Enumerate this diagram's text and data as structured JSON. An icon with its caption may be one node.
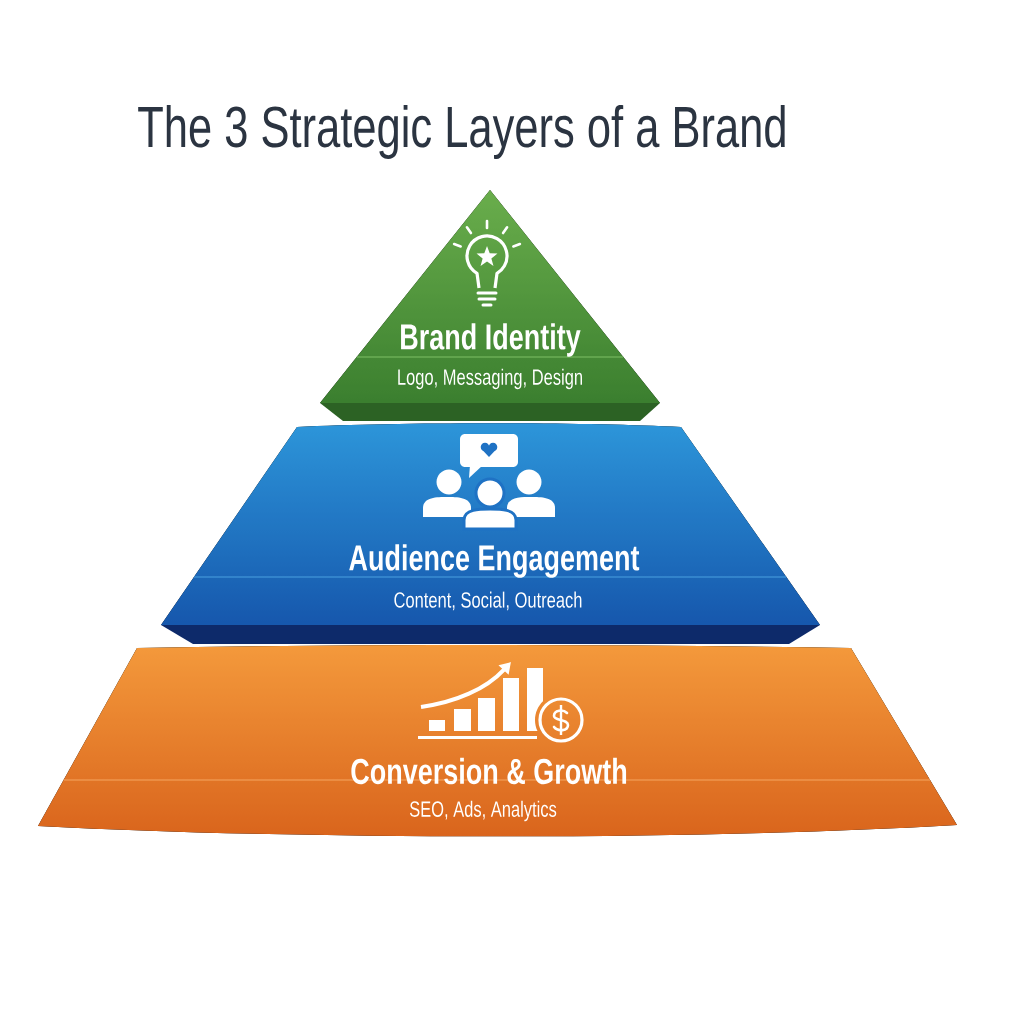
{
  "diagram": {
    "title": "The 3 Strategic Layers of a Brand",
    "nodes": [
      {
        "text": [
          "Brand Identity",
          "Logo, Messaging, Design"
        ]
      },
      {
        "text": [
          "Audience Engagement",
          "Content, Social, Outreach"
        ]
      },
      {
        "text": [
          "Conversion & Growth",
          "SEO, Ads, Analytics"
        ]
      }
    ]
  }
}
